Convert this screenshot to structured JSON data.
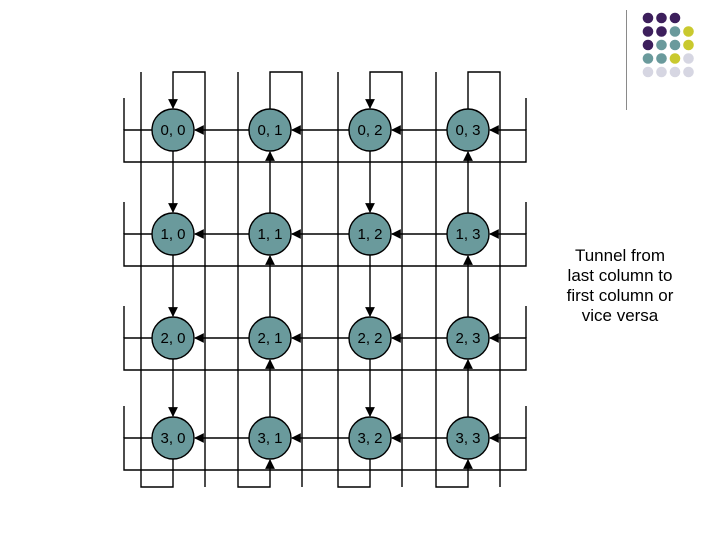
{
  "palette": {
    "node_fill": "#6a9a9c",
    "node_stroke": "#000000",
    "edge": "#000000",
    "dots": [
      "#3d1f5c",
      "#6a9a9c",
      "#c9c92e",
      "#d6d6e2"
    ]
  },
  "nodes": [
    [
      "0, 0",
      "0, 1",
      "0, 2",
      "0, 3"
    ],
    [
      "1, 0",
      "1, 1",
      "1, 2",
      "1, 3"
    ],
    [
      "2, 0",
      "2, 1",
      "2, 2",
      "2, 3"
    ],
    [
      "3, 0",
      "3, 1",
      "3, 2",
      "3, 3"
    ]
  ],
  "caption_lines": [
    "Tunnel from",
    "last column to",
    "first column or",
    "vice versa"
  ]
}
